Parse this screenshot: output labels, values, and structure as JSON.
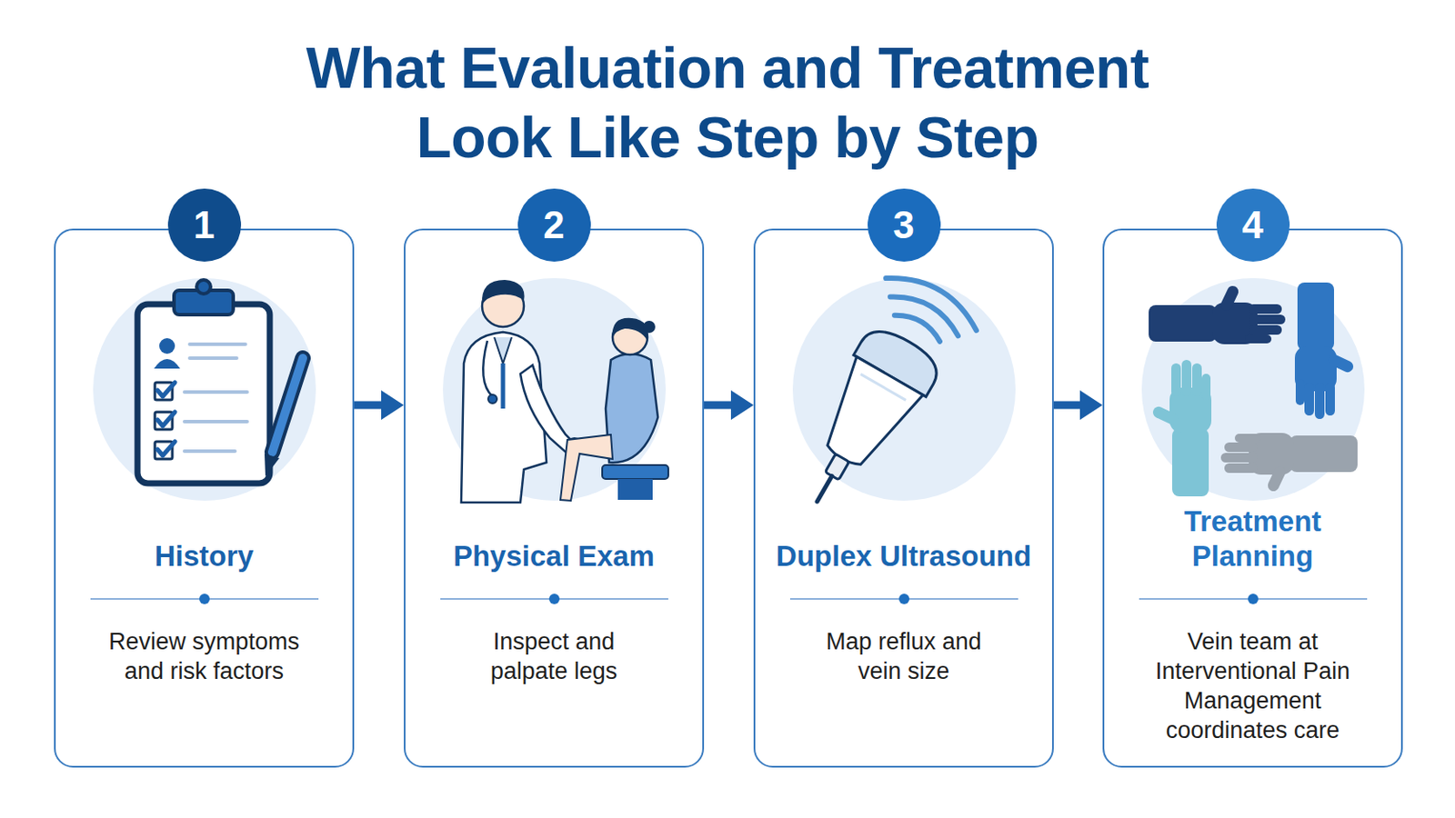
{
  "diagram": {
    "title": "What Evaluation and Treatment Look Like Step by Step",
    "nodes": [
      {
        "text": [
          "History",
          "Review symptoms and risk factors"
        ]
      },
      {
        "text": [
          "1"
        ],
        "in": 0
      },
      {
        "text": [
          "Physical Exam",
          "Inspect and palpate legs"
        ]
      },
      {
        "text": [
          "2"
        ],
        "in": 2
      },
      {
        "text": [
          "Duplex Ultrasound",
          "Map reflux and vein size"
        ]
      },
      {
        "text": [
          "3"
        ],
        "in": 4
      },
      {
        "text": [
          "Treatment Planning",
          "Vein team at Interventional Pain Management coordinates care"
        ]
      },
      {
        "text": [
          "4"
        ],
        "in": 6
      }
    ],
    "edges": [
      {
        "from": 0,
        "to": 2,
        "arrow": "to"
      },
      {
        "from": 2,
        "to": 4,
        "arrow": "to"
      },
      {
        "from": 4,
        "to": 6,
        "arrow": "to"
      }
    ]
  }
}
